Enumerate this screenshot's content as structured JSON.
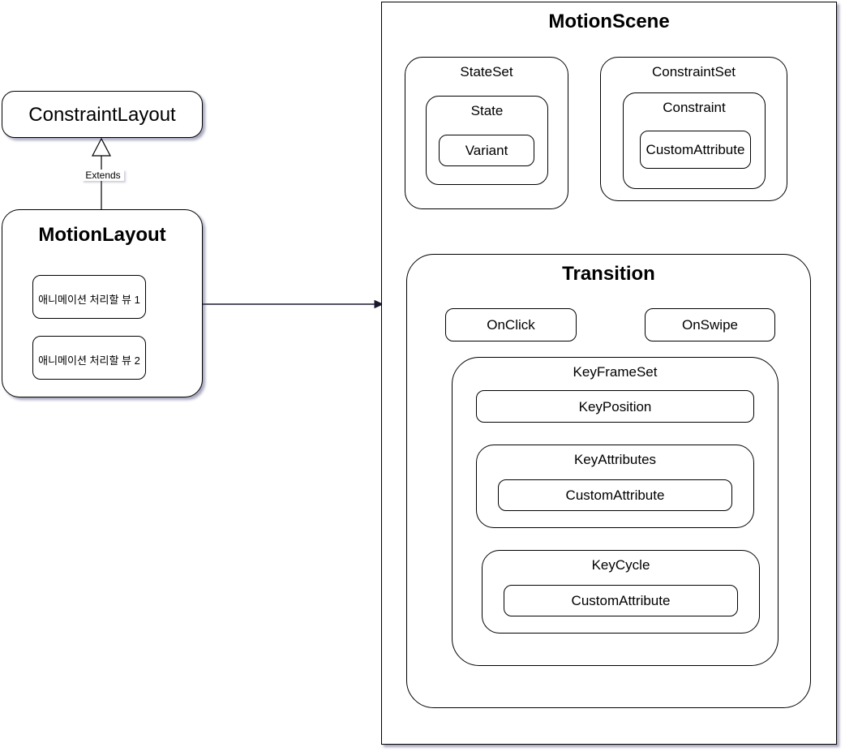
{
  "diagram": {
    "title_visible": false,
    "left_column": {
      "constraint_layout": {
        "label": "ConstraintLayout"
      },
      "extends_edge": {
        "label": "Extends"
      },
      "motion_layout": {
        "label": "MotionLayout",
        "children": [
          {
            "label": "애니메이션 처리할 뷰 1"
          },
          {
            "label": "애니메이션 처리할 뷰 2"
          }
        ]
      }
    },
    "motion_scene": {
      "label": "MotionScene",
      "state_set": {
        "label": "StateSet",
        "state": {
          "label": "State",
          "variant": {
            "label": "Variant"
          }
        }
      },
      "constraint_set": {
        "label": "ConstraintSet",
        "constraint": {
          "label": "Constraint",
          "custom_attribute": {
            "label": "CustomAttribute"
          }
        }
      },
      "transition": {
        "label": "Transition",
        "on_click": {
          "label": "OnClick"
        },
        "on_swipe": {
          "label": "OnSwipe"
        },
        "key_frame_set": {
          "label": "KeyFrameSet",
          "key_position": {
            "label": "KeyPosition"
          },
          "key_attributes": {
            "label": "KeyAttributes",
            "custom_attribute": {
              "label": "CustomAttribute"
            }
          },
          "key_cycle": {
            "label": "KeyCycle",
            "custom_attribute": {
              "label": "CustomAttribute"
            }
          }
        }
      }
    },
    "colors": {
      "stroke": "#000000",
      "fill": "#ffffff",
      "shadow": "#6a6a96"
    }
  }
}
